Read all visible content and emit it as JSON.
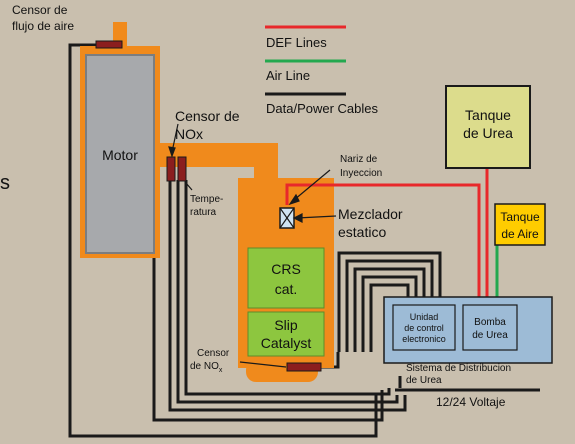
{
  "legend": {
    "def_lines": "DEF Lines",
    "air_line": "Air Line",
    "data_power": "Data/Power Cables"
  },
  "labels": {
    "air_flow_sensor": [
      "Censor de",
      "flujo de aire"
    ],
    "engine": "Motor",
    "nox_sensor_top": [
      "Censor de",
      "NOx"
    ],
    "temperature": [
      "Tempe-",
      "ratura"
    ],
    "injection_nozzle": [
      "Nariz de",
      "Inyeccion"
    ],
    "static_mixer": [
      "Mezclador",
      "estatico"
    ],
    "crs_cat": [
      "CRS",
      "cat."
    ],
    "slip_catalyst": [
      "Slip",
      "Catalyst"
    ],
    "nox_sensor_bottom": [
      "Censor",
      "de NO"
    ],
    "nox_subscript": "x",
    "urea_tank": [
      "Tanque",
      "de Urea"
    ],
    "air_tank": [
      "Tanque",
      "de Aire"
    ],
    "control_unit": [
      "Unidad",
      "de control",
      "electronico"
    ],
    "urea_pump": [
      "Bomba",
      "de Urea"
    ],
    "distribution_system": [
      "Sistema de Distribucion",
      "de Urea"
    ],
    "voltage": "12/24 Voltaje",
    "edge_fragment": "s"
  },
  "colors": {
    "background": "#c9bfae",
    "exhaust_orange": "#f08a1c",
    "engine_gray": "#a7a9ac",
    "catalyst_green": "#8dc63f",
    "urea_tank_yellow": "#dcdc8c",
    "air_tank_yellow": "#ffcc00",
    "distribution_blue": "#9dbbd6",
    "def_red": "#e8282b",
    "air_green": "#23a84f",
    "cable_black": "#1a1a1a",
    "sensor_maroon": "#8b1e1e"
  }
}
